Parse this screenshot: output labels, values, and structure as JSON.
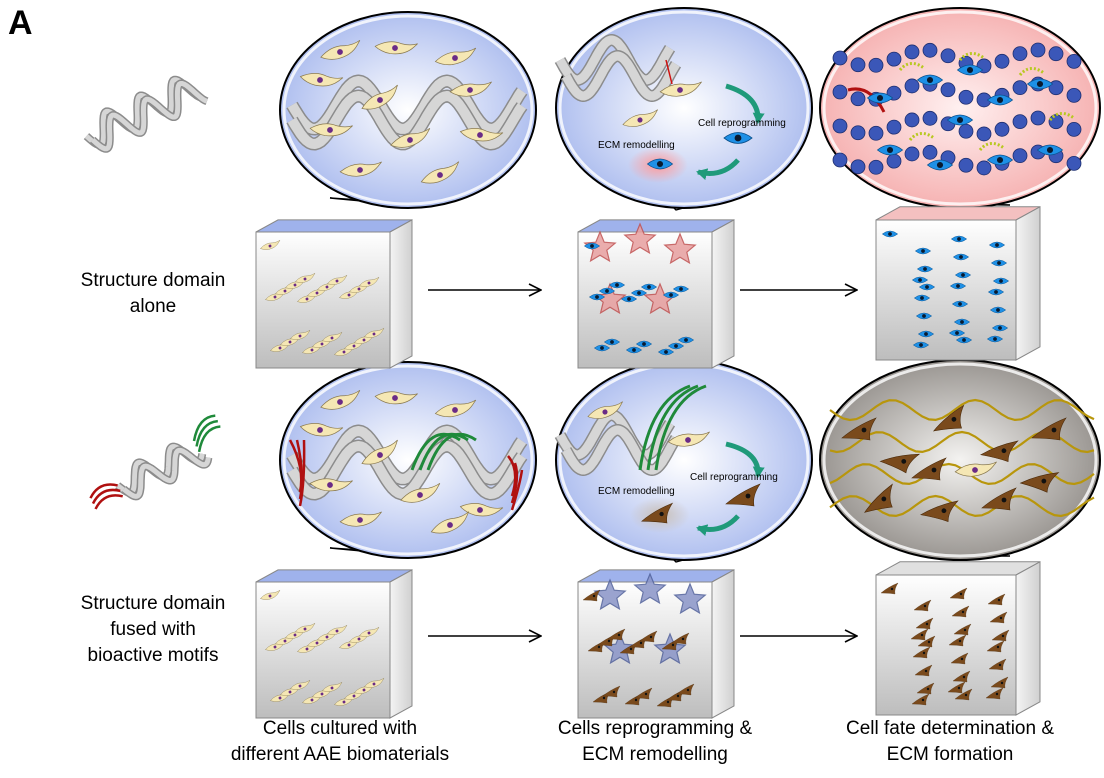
{
  "panel_letter": "A",
  "rows": [
    {
      "label_lines": [
        "Structure domain",
        "alone"
      ]
    },
    {
      "label_lines": [
        "Structure domain",
        "fused with",
        "bioactive motifs"
      ]
    }
  ],
  "columns": [
    {
      "label_lines": [
        "Cells cultured with",
        "different AAE biomaterials"
      ]
    },
    {
      "label_lines": [
        "Cells reprogramming &",
        "ECM remodelling"
      ]
    },
    {
      "label_lines": [
        "Cell fate determination &",
        "ECM formation"
      ]
    }
  ],
  "bubble_labels": {
    "cell_reprogramming": "Cell reprogramming",
    "ecm_remodelling": "ECM remodelling"
  },
  "colors": {
    "bubble_blue": "#9fb2ec",
    "bubble_pink": "#f4a6a6",
    "bubble_grey": "#8a8580",
    "cell_cream": "#f5e7b4",
    "nucleus_purple": "#6a2b86",
    "cell_blue": "#1e90e6",
    "cell_brown": "#7a4a1c",
    "motif_red": "#b01010",
    "motif_green": "#1f8a3a",
    "arrow_teal": "#1f9a7a",
    "fiber_gold": "#b8960c"
  }
}
